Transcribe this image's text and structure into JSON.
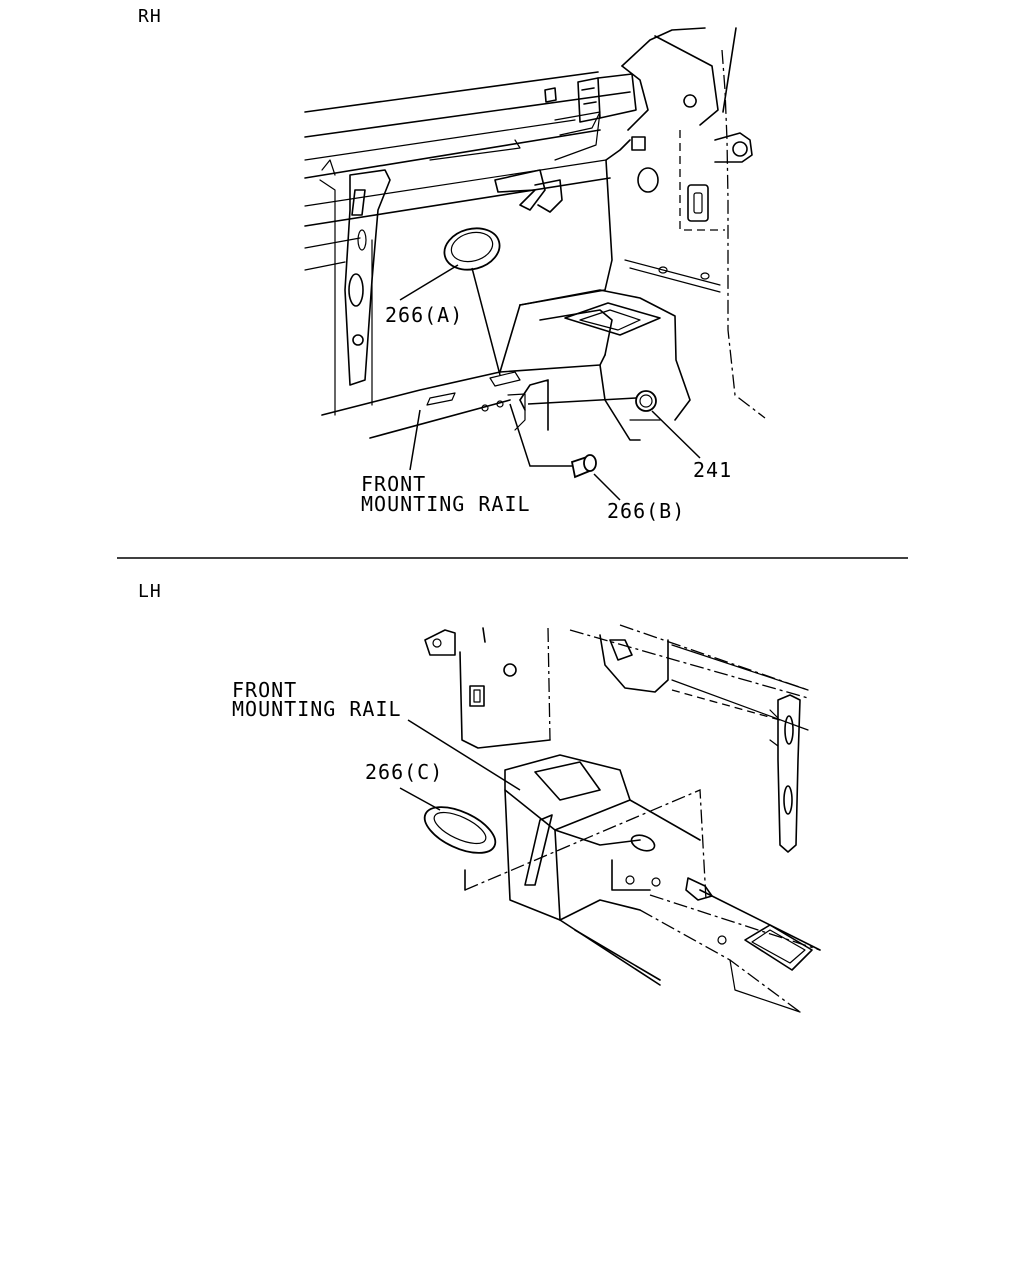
{
  "rh": {
    "section_label": "RH",
    "callouts": {
      "grommet_a": "266(A)",
      "grommet_b": "266(B)",
      "plug": "241",
      "rail_line1": "FRONT",
      "rail_line2": "MOUNTING RAIL"
    }
  },
  "lh": {
    "section_label": "LH",
    "callouts": {
      "grommet_c": "266(C)",
      "rail_line1": "FRONT",
      "rail_line2": "MOUNTING RAIL"
    }
  }
}
